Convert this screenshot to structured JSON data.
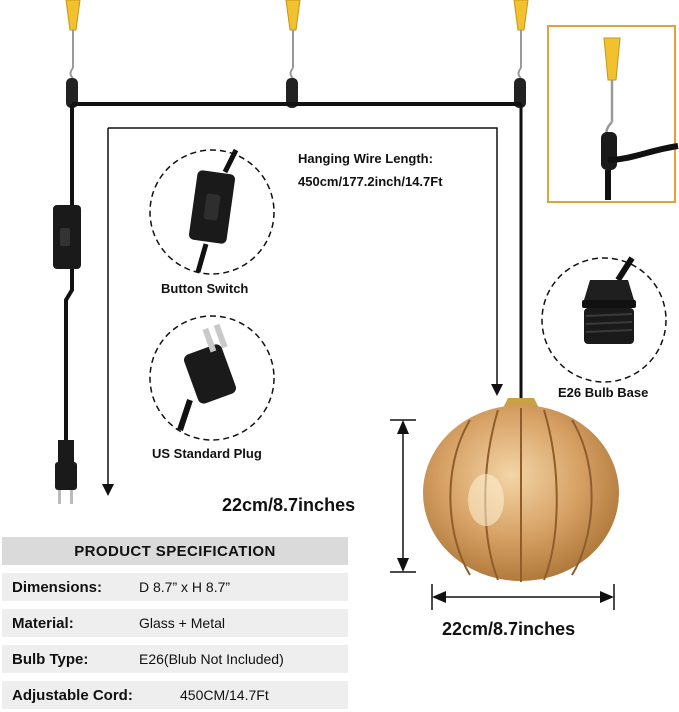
{
  "labels": {
    "hanging_title": "Hanging Wire Length:",
    "hanging_value": "450cm/177.2inch/14.7Ft",
    "button_switch": "Button Switch",
    "us_plug": "US Standard Plug",
    "bulb_base": "E26 Bulb Base",
    "height_dim": "22cm/8.7inches",
    "width_dim": "22cm/8.7inches"
  },
  "spec": {
    "header": "PRODUCT SPECIFICATION",
    "rows": [
      {
        "key": "Dimensions:",
        "value": "D 8.7” x H 8.7”"
      },
      {
        "key": "Material:",
        "value": "Glass + Metal"
      },
      {
        "key": "Bulb Type:",
        "value": "E26(Blub Not Included)"
      },
      {
        "key": "Adjustable Cord:",
        "value": "450CM/14.7Ft"
      }
    ]
  },
  "colors": {
    "anchor": "#f2c12e",
    "cord": "#111111",
    "shade": "#d8a468",
    "inset_border": "#e0a23a",
    "spec_header_bg": "#dadada",
    "spec_row_bg": "#eeeeee"
  }
}
